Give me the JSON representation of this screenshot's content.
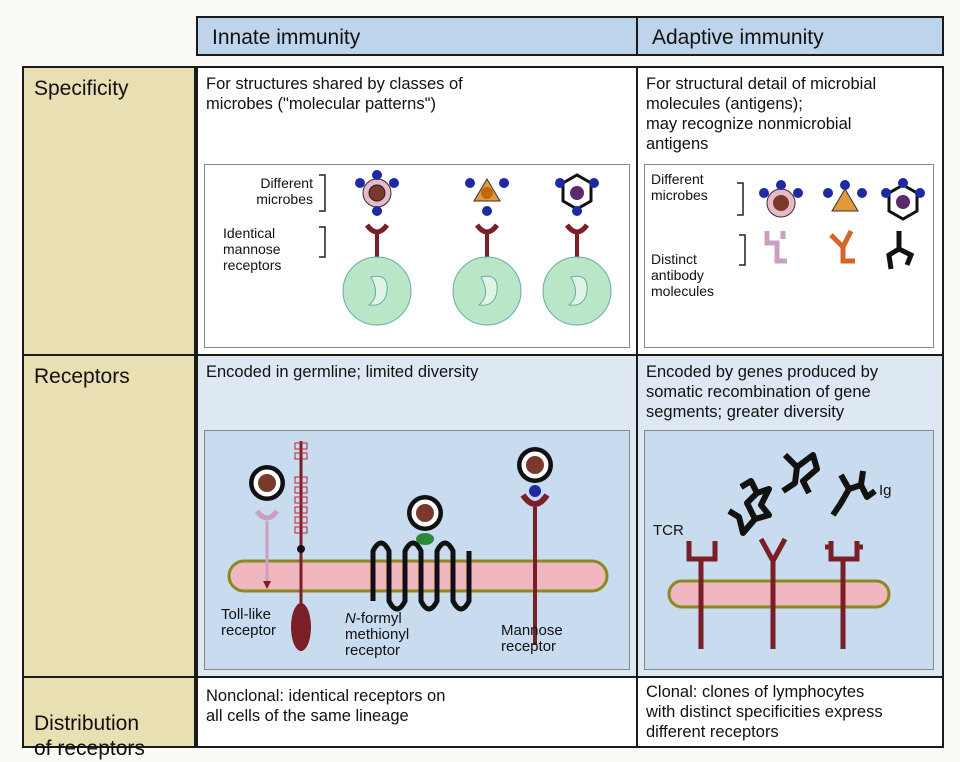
{
  "headers": {
    "innate": "Innate immunity",
    "adaptive": "Adaptive immunity"
  },
  "rows": {
    "specificity": {
      "label": "Specificity",
      "innate_text": "For structures shared by classes of\nmicrobes (\"molecular patterns\")",
      "adaptive_text": "For structural detail of microbial\nmolecules (antigens);\nmay recognize nonmicrobial\nantigens",
      "innate_labels": {
        "different_microbes": "Different\nmicrobes",
        "identical_receptors": "Identical\nmannose\nreceptors"
      },
      "adaptive_labels": {
        "different_microbes": "Different\nmicrobes",
        "distinct_antibody": "Distinct\nantibody\nmolecules"
      }
    },
    "receptors": {
      "label": "Receptors",
      "innate_text": "Encoded in germline; limited diversity",
      "adaptive_text": "Encoded by genes produced by\nsomatic recombination of gene\nsegments; greater diversity",
      "innate_labels": {
        "toll": "Toll-like\nreceptor",
        "formyl_italic": "N",
        "formyl": "-formyl\nmethionyl\nreceptor",
        "mannose": "Mannose\nreceptor"
      },
      "adaptive_labels": {
        "tcr": "TCR",
        "ig": "Ig"
      }
    },
    "distribution": {
      "label": "Distribution\nof receptors",
      "innate_text": "Nonclonal: identical receptors on\nall cells of the same lineage",
      "adaptive_text": "Clonal: clones of lymphocytes\nwith distinct specificities express\ndifferent receptors"
    }
  },
  "colors": {
    "header_bg": "#bdd4ec",
    "label_bg": "#e8dfb2",
    "membrane": "#f0b7c0",
    "membrane_edge": "#8a8a20",
    "receptor": "#7a1f25",
    "cell_green": "#b8e6c6",
    "knob_blue": "#1f2aa0"
  }
}
